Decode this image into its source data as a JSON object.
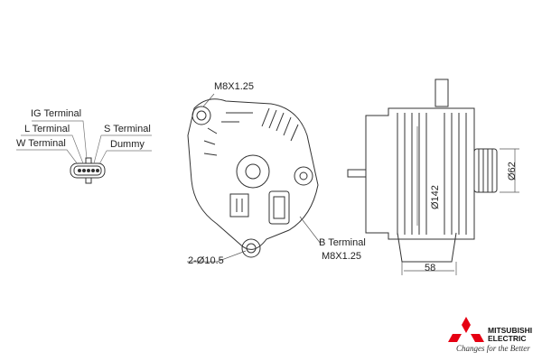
{
  "connector_labels": {
    "ig": "IG Terminal",
    "l": "L Terminal",
    "w": "W Terminal",
    "s": "S Terminal",
    "dummy": "Dummy"
  },
  "front_view": {
    "top_thread": "M8X1.25",
    "b_terminal": "B Terminal",
    "b_thread": "M8X1.25",
    "mount_holes": "2-Ø10.5"
  },
  "side_view": {
    "body_diameter": "Ø142",
    "pulley_diameter": "Ø62",
    "length": "58"
  },
  "brand": {
    "name_line1": "MITSUBISHI",
    "name_line2": "ELECTRIC",
    "tagline": "Changes for the Better",
    "logo_color": "#e60012"
  }
}
